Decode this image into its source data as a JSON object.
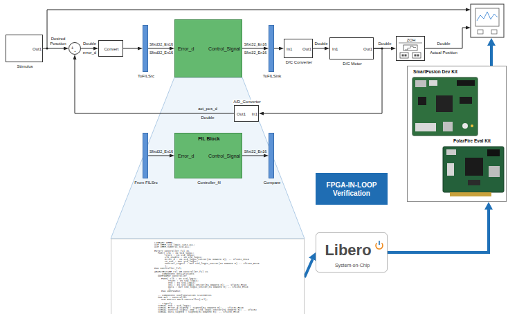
{
  "diagram": {
    "nodes": [
      {
        "text": [
          "Out1",
          "Stimulus"
        ]
      },
      {
        "text": [
          "+",
          "-"
        ]
      },
      {
        "text": [
          "Convert"
        ]
      },
      {
        "text": [
          "ToFILSrc"
        ]
      },
      {
        "text": [
          "Error_d",
          "Control_Signal"
        ]
      },
      {
        "text": [
          "ToFILSink"
        ]
      },
      {
        "text": [
          "In1",
          "Out1",
          "D/C Converter"
        ]
      },
      {
        "text": [
          "In1",
          "Out1",
          "D/C Motor"
        ]
      },
      {
        "text": [
          "ZOH"
        ]
      },
      {
        "text": [
          "SmartFusion Dev Kit",
          "PolarFire Eval Kit"
        ]
      },
      {
        "text": [
          "Out1",
          "In1",
          "A/D_Converter"
        ]
      },
      {
        "text": [
          "From FILSrc"
        ]
      },
      {
        "text": [
          "FIL Block",
          "Error_d",
          "Control_Signal",
          "Controller_fil"
        ]
      },
      {
        "text": [
          "Compare"
        ]
      },
      {
        "text": [
          "FPGA-IN-LOOP Verification"
        ]
      },
      {
        "text": [
          "LIBRARY IEEE;",
          "USE IEEE.std_logic_1164.ALL;",
          "USE IEEE.numeric_std.ALL;",
          "ENTITY Controller_fil IS",
          "PORT( clk : IN std_logic;",
          "reset : IN std_logic;",
          "clk_enable : IN std_logic;",
          "Error_d : IN std_logic_vector(31 DOWNTO 0); -- sfix32_En16",
          "ce_out : OUT std_logic;",
          "Control_Signal : OUT std_logic_vector(31 DOWNTO 0) -- sfix32_En16",
          ");",
          "END Controller_fil;",
          "ARCHITECTURE rtl OF Controller_fil IS",
          "-- Component Declarations",
          "COMPONENT Controller",
          "PORT( clk : IN std_logic;",
          "reset : IN std_logic;",
          "enb : IN std_logic;",
          "In1 : IN std_logic_vector(31 DOWNTO 0); -- sfix32_En16",
          "Out1 : OUT std_logic_vector(31 DOWNTO 0) -- sfix32_En16",
          ");",
          "END COMPONENT;",
          "-- Component Configuration Statements",
          "FOR ALL : Controller",
          "USE ENTITY work.Controller(rtl);",
          "-- Signals",
          "SIGNAL enb : std_logic;",
          "SIGNAL Error_d_signed : signed(31 DOWNTO 0); -- sfix32_En16",
          "SIGNAL Control_Signal_tmp : std_logic_vector(31 DOWNTO 0); -- ufix32",
          "SIGNAL Out1_signed : signed(31 DOWNTO 0); -- sfix32_En16"
        ]
      },
      {
        "text": [
          "Libero",
          "System-on-Chip"
        ]
      }
    ],
    "edges": [
      {
        "from": 0,
        "to": 1,
        "arrow": "to",
        "label": "Desired Posotion"
      },
      {
        "from": 1,
        "to": 2,
        "arrow": "to",
        "label": "error_d"
      },
      {
        "from": 2,
        "to": 3,
        "arrow": "to"
      },
      {
        "from": 3,
        "to": 4,
        "arrow": "to"
      },
      {
        "from": 4,
        "to": 5,
        "arrow": "to"
      },
      {
        "from": 5,
        "to": 6,
        "arrow": "to"
      },
      {
        "from": 6,
        "to": 7,
        "arrow": "to",
        "label": "Double"
      },
      {
        "from": 7,
        "to": 8,
        "arrow": "to",
        "label": "Double"
      },
      {
        "from": 7,
        "to": 10,
        "arrow": "to"
      },
      {
        "from": 10,
        "to": 1,
        "arrow": "to",
        "label": "act_pos_d"
      },
      {
        "from": 11,
        "to": 12,
        "arrow": "to"
      },
      {
        "from": 12,
        "to": 13,
        "arrow": "to"
      },
      {
        "from": 15,
        "to": 16,
        "arrow": "to"
      },
      {
        "from": 16,
        "to": 9,
        "arrow": "to"
      }
    ],
    "labels": [
      "Double",
      "Sfixd32_En16",
      "Sfixd32_En16",
      "Sfixt32_En16",
      "Sfixt32_En16",
      "Double",
      "Actual Position",
      "Double",
      "Sfixd32_En16",
      "Sfixt32_En16"
    ]
  }
}
